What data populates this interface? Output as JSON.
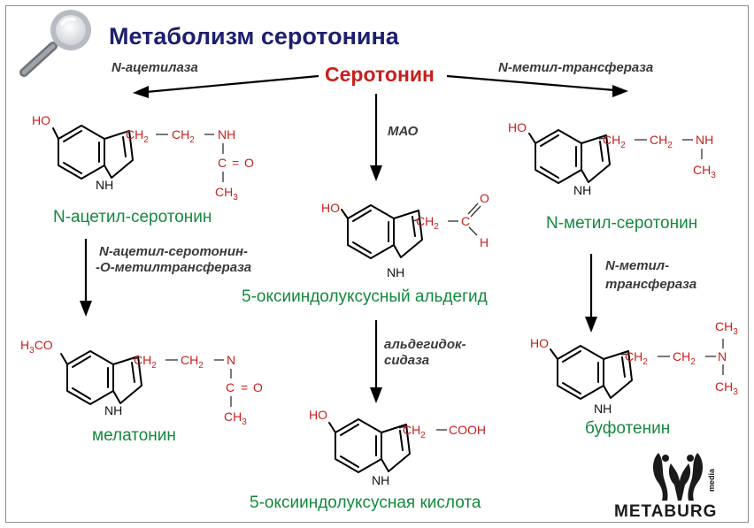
{
  "title": "Метаболизм серотонина",
  "center_compound": "Серотонин",
  "enzymes": {
    "acetylase": "N-ацетилаза",
    "mao": "МАО",
    "methyltransferase": "N-метил-трансфераза",
    "acetyl_omt_line1": "N-ацетил-серотонин-",
    "acetyl_omt_line2": "-О-метилтрансфераза",
    "aldehyde_ox_line1": "альдегидок-",
    "aldehyde_ox_line2": "сидаза",
    "n_methyl_line1": "N-метил-",
    "n_methyl_line2": "трансфераза"
  },
  "compounds": {
    "n_acetyl_serotonin": "N-ацетил-серотонин",
    "aldehyde": "5-оксииндолуксусный альдегид",
    "n_methyl_serotonin": "N-метил-серотонин",
    "melatonin": "мелатонин",
    "hiaa": "5-оксииндолуксусная кислота",
    "bufotenin": "буфотенин"
  },
  "atoms": {
    "HO": "HO",
    "H3CO_H": "H",
    "H3CO_3": "3",
    "H3CO_CO": "CO",
    "NH": "NH",
    "N": "N",
    "CH": "CH",
    "sub2": "2",
    "sub3": "3",
    "C": "C",
    "O": "O",
    "H": "H",
    "COOH": "COOH",
    "eq": "="
  },
  "logo": {
    "name": "METABURG",
    "tag": "media"
  },
  "colors": {
    "title": "#1d1f6e",
    "center": "#c8201c",
    "names": "#138a3c",
    "atoms": "#c8201c",
    "enzymes": "#3a3a3a"
  },
  "icons": [
    "magnifier-icon",
    "metaburg-logo-icon"
  ]
}
